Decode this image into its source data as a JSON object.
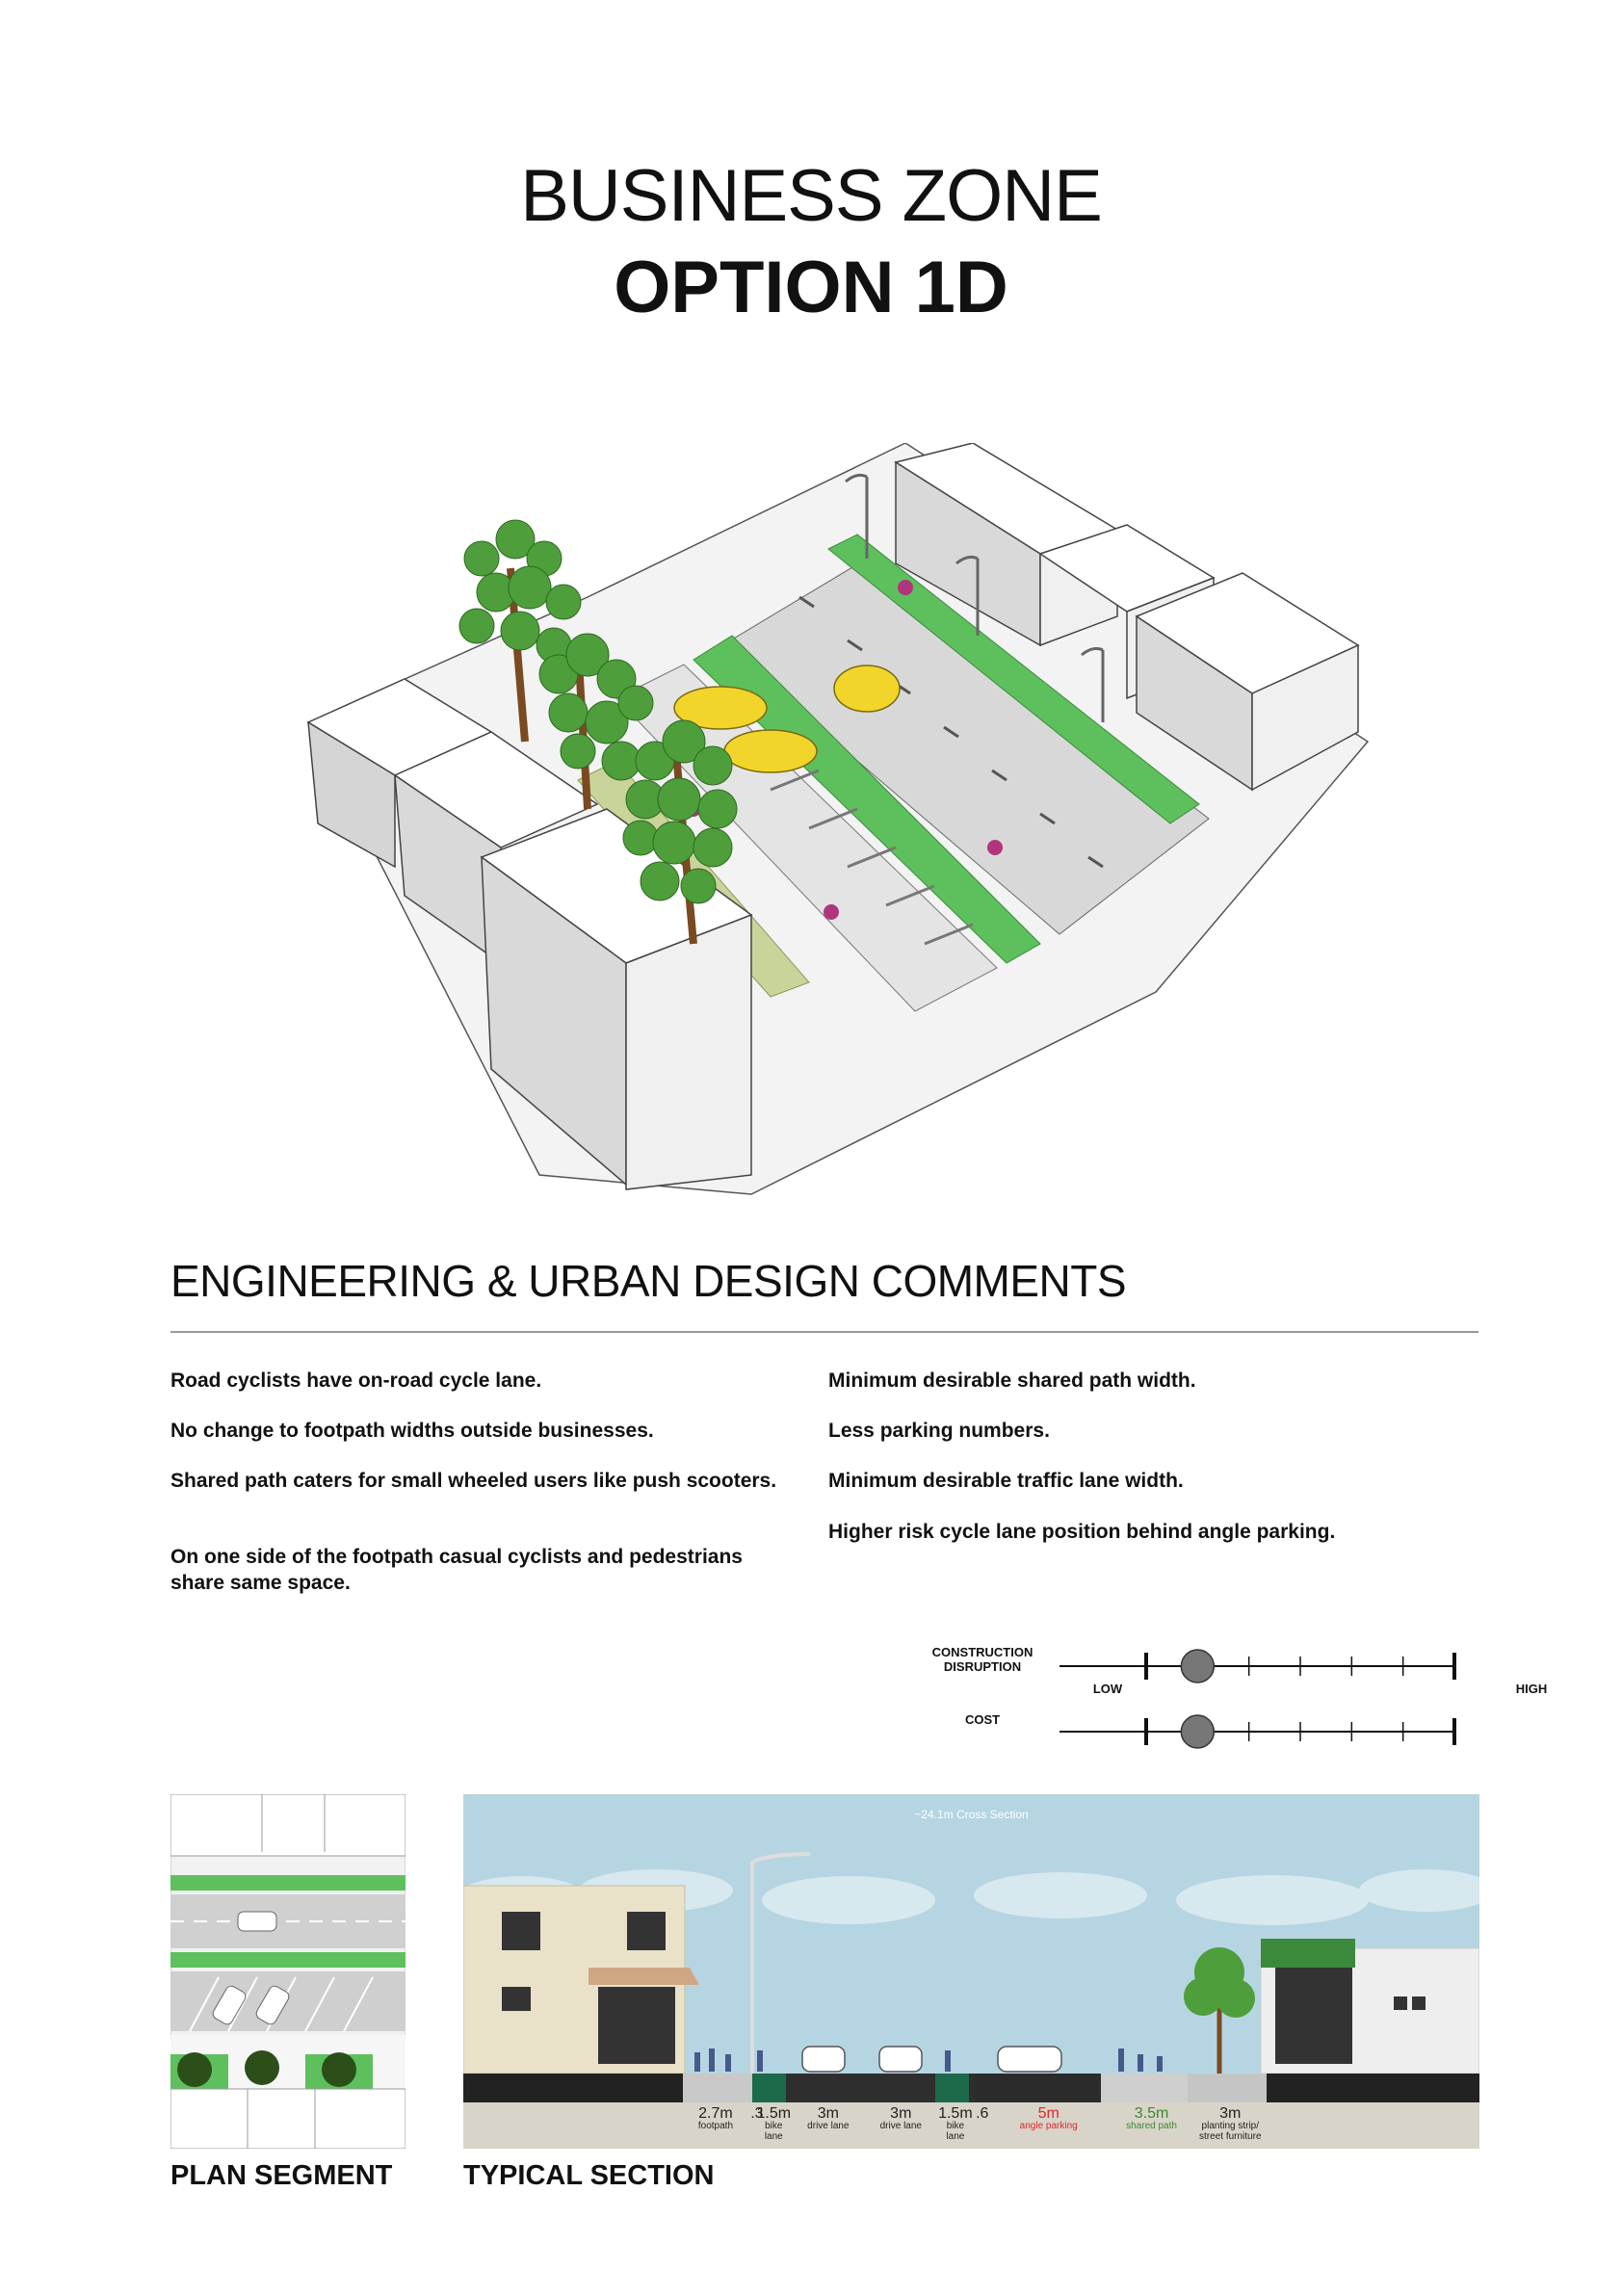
{
  "title": {
    "line1": "BUSINESS ZONE",
    "line2": "OPTION 1D"
  },
  "comments": {
    "heading": "ENGINEERING & URBAN DESIGN COMMENTS",
    "left": [
      "Road cyclists have on-road cycle lane.",
      "No change to footpath widths outside businesses.",
      "Shared path caters for small wheeled users like push scooters.",
      "On one side of the footpath casual cyclists and pedestrians share same space."
    ],
    "right": [
      "Minimum desirable shared path width.",
      "Less parking numbers.",
      "Minimum desirable traffic lane width.",
      "Higher risk cycle lane position behind angle parking."
    ]
  },
  "scales": {
    "disruption_label": "CONSTRUCTION DISRUPTION",
    "cost_label": "COST",
    "low_label": "LOW",
    "high_label": "HIGH",
    "disruption_level": 2,
    "cost_level": 2,
    "steps": 6
  },
  "plan": {
    "label": "PLAN SEGMENT"
  },
  "section": {
    "label": "TYPICAL SECTION",
    "cross_section_label": "~24.1m Cross Section",
    "dims": [
      {
        "value": "2.7m",
        "name": "footpath",
        "color": "#222222"
      },
      {
        "value": ".3",
        "name": "",
        "color": "#222222"
      },
      {
        "value": "1.5m",
        "name": "bike lane",
        "color": "#222222"
      },
      {
        "value": "3m",
        "name": "drive lane",
        "color": "#222222"
      },
      {
        "value": "3m",
        "name": "drive lane",
        "color": "#222222"
      },
      {
        "value": "1.5m",
        "name": "bike lane",
        "color": "#222222"
      },
      {
        "value": ".6",
        "name": "",
        "color": "#222222"
      },
      {
        "value": "5m",
        "name": "angle parking",
        "color": "#e0262b"
      },
      {
        "value": "3.5m",
        "name": "shared path",
        "color": "#3c8a2e"
      },
      {
        "value": "3m",
        "name": "planting strip/ street furniture",
        "color": "#222222"
      }
    ]
  },
  "colors": {
    "cycle_lane": "#5dc05d",
    "taxi": "#f2d52a",
    "sky": "#b6d5e2",
    "building": "#e9e2c9"
  }
}
